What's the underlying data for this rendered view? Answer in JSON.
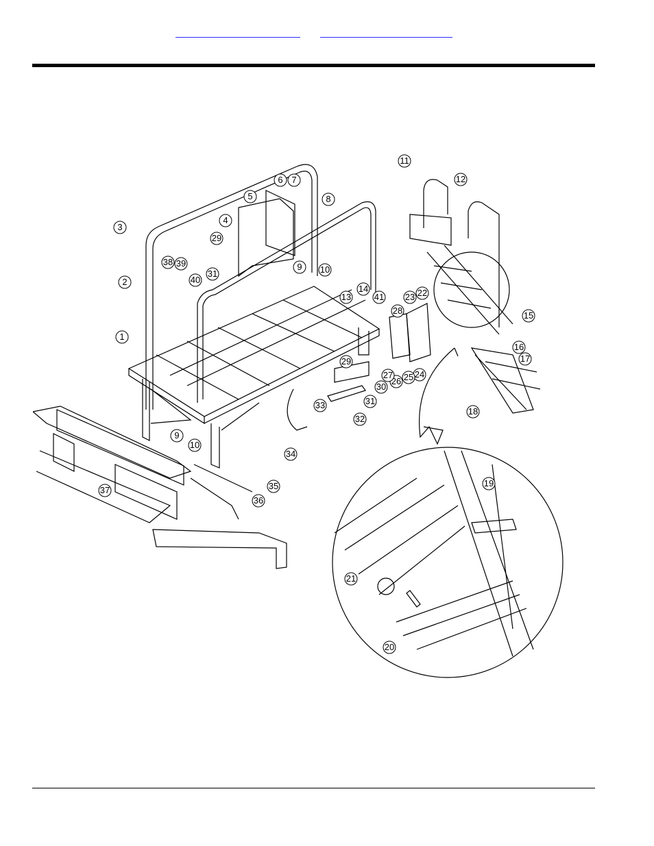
{
  "header": {
    "link_left": "",
    "link_right": ""
  },
  "diagram": {
    "callouts": [
      "1",
      "2",
      "3",
      "4",
      "5",
      "6",
      "7",
      "8",
      "9",
      "10",
      "11",
      "12",
      "13",
      "14",
      "15",
      "16",
      "17",
      "18",
      "19",
      "20",
      "21",
      "22",
      "23",
      "24",
      "25",
      "26",
      "27",
      "28",
      "29",
      "30",
      "31",
      "32",
      "33",
      "34",
      "35",
      "36",
      "37",
      "38",
      "39",
      "40",
      "41"
    ]
  }
}
